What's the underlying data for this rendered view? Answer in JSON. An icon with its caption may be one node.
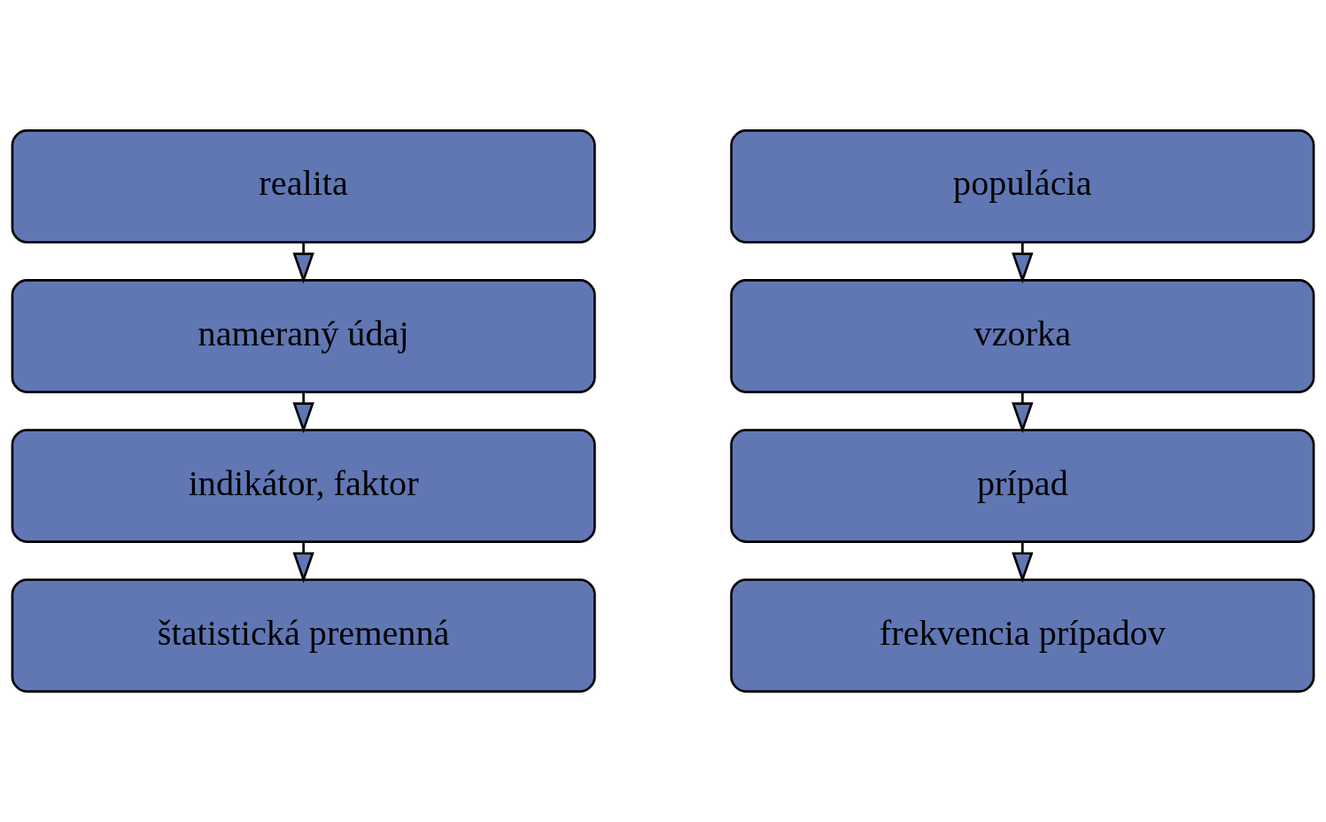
{
  "diagram": {
    "nodes": [
      {
        "text": [
          "realita"
        ]
      },
      {
        "text": [
          "nameraný údaj"
        ]
      },
      {
        "text": [
          "indikátor, faktor"
        ]
      },
      {
        "text": [
          "štatistická premenná"
        ]
      },
      {
        "text": [
          "populácia"
        ]
      },
      {
        "text": [
          "vzorka"
        ]
      },
      {
        "text": [
          "prípad"
        ]
      },
      {
        "text": [
          "frekvencia prípadov"
        ]
      }
    ],
    "edges": [
      {
        "from": 0,
        "to": 1,
        "arrow": "to"
      },
      {
        "from": 1,
        "to": 2,
        "arrow": "to"
      },
      {
        "from": 2,
        "to": 3,
        "arrow": "to"
      },
      {
        "from": 4,
        "to": 5,
        "arrow": "to"
      },
      {
        "from": 5,
        "to": 6,
        "arrow": "to"
      },
      {
        "from": 6,
        "to": 7,
        "arrow": "to"
      }
    ]
  }
}
